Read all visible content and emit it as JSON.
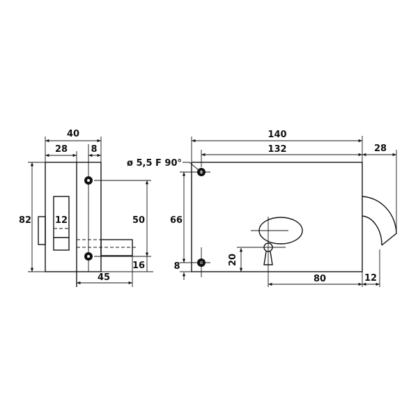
{
  "side_view": {
    "dims": {
      "width_total": "40",
      "width_body": "28",
      "width_edge": "8",
      "height": "82",
      "hole_spacing": "50",
      "bolt_offset": "16",
      "bolt_length": "45"
    },
    "inner_label": "12"
  },
  "front_view": {
    "dims": {
      "length_total": "140",
      "length_holes": "132",
      "bolt_throw": "28",
      "hole_spacing": "66",
      "hole_offset": "8",
      "keyhole_height": "20",
      "keyhole_distance": "80",
      "bolt_projection": "12"
    },
    "hole_callout": "ø 5,5 F 90°"
  }
}
